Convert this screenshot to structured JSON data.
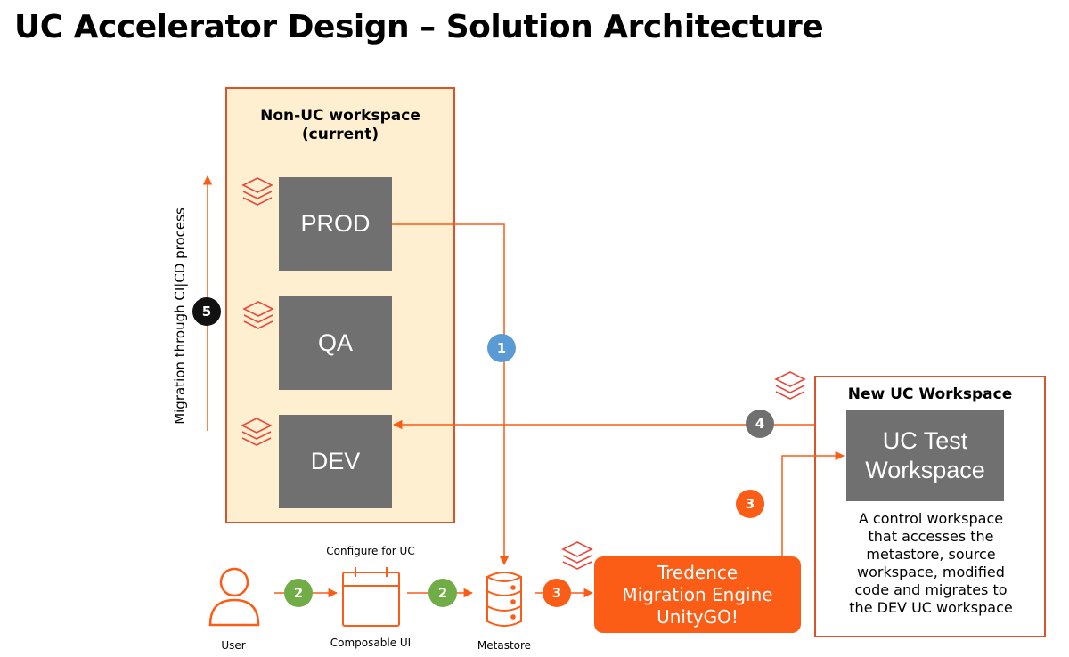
{
  "title": "UC Accelerator Design – Solution Architecture",
  "non_uc_workspace": {
    "title_line1": "Non-UC workspace",
    "title_line2": "(current)",
    "environments": [
      "PROD",
      "QA",
      "DEV"
    ]
  },
  "cicd_label": "Migration through CI|CD process",
  "new_uc_workspace": {
    "title": "New UC Workspace",
    "test_line1": "UC Test",
    "test_line2": "Workspace",
    "description_lines": [
      "A control workspace",
      "that accesses the",
      "metastore, source",
      "workspace, modified",
      "code and migrates to",
      "the DEV UC workspace"
    ]
  },
  "engine": {
    "line1": "Tredence",
    "line2": "Migration Engine",
    "line3": "UnityGO!"
  },
  "flow": {
    "user_label": "User",
    "configure_label": "Configure for UC",
    "composable_label": "Composable UI",
    "metastore_label": "Metastore"
  },
  "badges": {
    "b1": "1",
    "b2a": "2",
    "b2b": "2",
    "b3a": "3",
    "b3b": "3",
    "b4": "4",
    "b5": "5"
  },
  "colors": {
    "accent_orange": "#fb5c16",
    "border_orange": "#d9542a",
    "panel_fill": "#fdefcf",
    "env_gray": "#707070",
    "badge_blue": "#5b9bd5",
    "badge_green": "#70ad47",
    "badge_gray": "#707070",
    "badge_black": "#111111"
  },
  "icons": [
    "databricks-stack-icon",
    "user-icon",
    "calendar-ui-icon",
    "database-icon"
  ]
}
